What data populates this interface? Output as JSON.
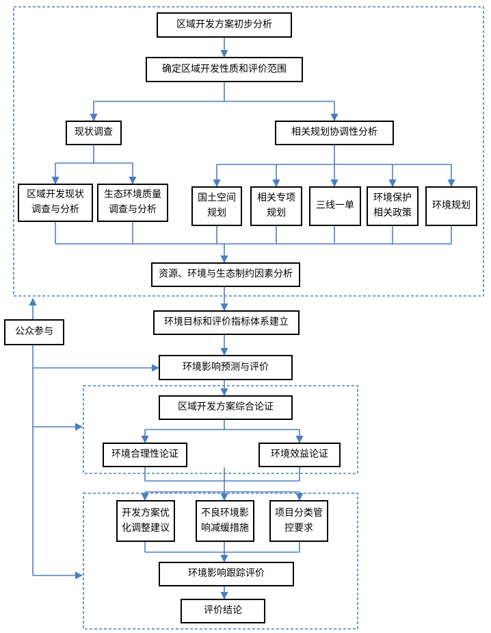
{
  "nodes": {
    "n1": "区域开发方案初步分析",
    "n2": "确定区域开发性质和评价范围",
    "n3": "现状调查",
    "n4": "相关规划协调性分析",
    "n5": "区域开发现状\n调查与分析",
    "n6": "生态环境质量\n调查与分析",
    "n7": "国土空间\n规划",
    "n8": "相关专项\n规划",
    "n9": "三线一单",
    "n10": "环境保护\n相关政策",
    "n11": "环境规划",
    "n12": "资源、环境与生态制约因素分析",
    "n13": "环境目标和评价指标体系建立",
    "n14": "环境影响预测与评价",
    "n15": "区域开发方案综合论证",
    "n16": "环境合理性论证",
    "n17": "环境效益论证",
    "n18": "开发方案优\n化调整建议",
    "n19": "不良环境影\n响减缓措施",
    "n20": "项目分类管\n控要求",
    "n21": "环境影响跟踪评价",
    "n22": "评价结论",
    "n23": "公众参与"
  },
  "colors": {
    "arrow": "#4a7ebf",
    "dashed": "#4a7ebf",
    "box_border": "#000000"
  }
}
